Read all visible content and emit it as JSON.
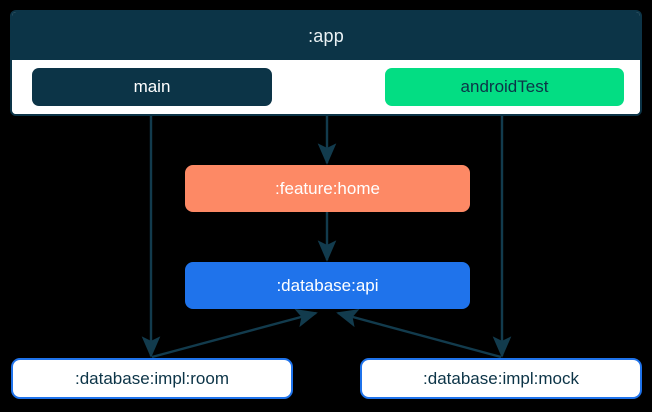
{
  "diagram": {
    "type": "module-dependency-graph",
    "background_color": "#000000",
    "container": {
      "title": ":app",
      "header_color": "#0c3447",
      "body_color": "#ffffff",
      "border_color": "#0c3447",
      "source_sets": [
        {
          "label": "main",
          "fill": "#0c3447",
          "text_color": "#ffffff"
        },
        {
          "label": "androidTest",
          "fill": "#03dd83",
          "text_color": "#0c3447"
        }
      ]
    },
    "nodes": [
      {
        "id": "feature-home",
        "label": ":feature:home",
        "fill": "#fd8965",
        "text_color": "#ffffff",
        "style": "filled"
      },
      {
        "id": "database-api",
        "label": ":database:api",
        "fill": "#1f73eb",
        "text_color": "#ffffff",
        "style": "filled"
      },
      {
        "id": "database-impl-room",
        "label": ":database:impl:room",
        "fill": "#ffffff",
        "text_color": "#0c3447",
        "border": "#1f73eb",
        "style": "outlined"
      },
      {
        "id": "database-impl-mock",
        "label": ":database:impl:mock",
        "fill": "#ffffff",
        "text_color": "#0c3447",
        "border": "#1f73eb",
        "style": "outlined"
      }
    ],
    "edges": [
      {
        "from": "main",
        "to": "database-impl-room"
      },
      {
        "from": ":app",
        "to": "feature-home"
      },
      {
        "from": "androidTest",
        "to": "database-impl-mock"
      },
      {
        "from": "feature-home",
        "to": "database-api"
      },
      {
        "from": "database-impl-room",
        "to": "database-api"
      },
      {
        "from": "database-impl-mock",
        "to": "database-api"
      }
    ],
    "edge_color": "#123b4d"
  }
}
